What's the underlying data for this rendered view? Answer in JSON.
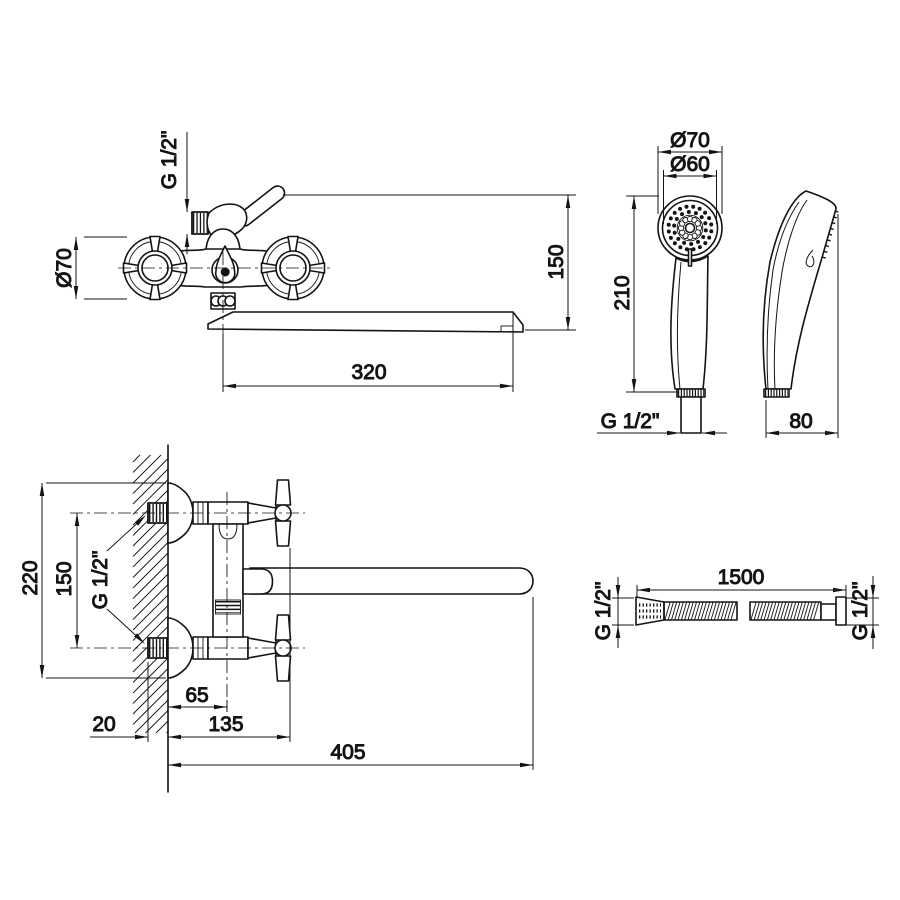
{
  "drawing": {
    "mixer_front": {
      "handle_diameter": "Ø70",
      "top_thread": "G 1/2\"",
      "height": "150",
      "spout_length": "320"
    },
    "handset_front": {
      "outer_diameter": "Ø70",
      "face_diameter": "Ø60",
      "height": "210",
      "bottom_thread": "G 1/2\""
    },
    "handset_side": {
      "depth": "80"
    },
    "mixer_side": {
      "overall_height": "220",
      "inlet_spacing": "150",
      "inlet_thread": "G 1/2\"",
      "wall_thickness": "20",
      "body_offset": "65",
      "handle_offset": "135",
      "spout_reach": "405"
    },
    "hose": {
      "length": "1500",
      "left_thread": "G 1/2\"",
      "right_thread": "G 1/2\""
    },
    "colors": {
      "line": "#141414",
      "background": "#ffffff"
    }
  }
}
